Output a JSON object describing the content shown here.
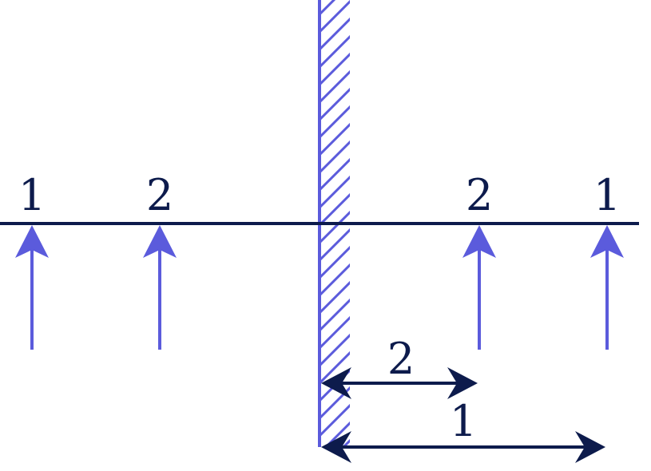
{
  "colors": {
    "line": "#0d1b4c",
    "arrow": "#5b5bdc",
    "wall": "#5b5bdc"
  },
  "labels": {
    "force_left_outer": "1",
    "force_left_inner": "2",
    "force_right_inner": "2",
    "force_right_outer": "1",
    "dim_inner": "2",
    "dim_outer": "1"
  }
}
